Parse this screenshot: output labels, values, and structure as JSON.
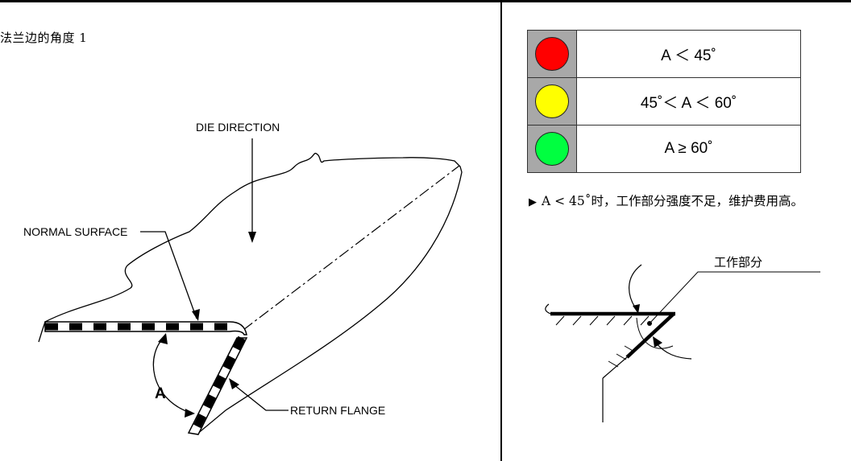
{
  "left_panel": {
    "title": "法兰边的角度 1",
    "labels": {
      "die_direction": "DIE DIRECTION",
      "normal_surface": "NORMAL SURFACE",
      "angle": "A",
      "return_flange": "RETURN FLANGE"
    }
  },
  "right_panel": {
    "legend": [
      {
        "color": "#ff0000",
        "condition": "A ＜ 45˚"
      },
      {
        "color": "#ffff00",
        "condition": "45˚＜ A ＜ 60˚"
      },
      {
        "color": "#00ff40",
        "condition": "A ≥ 60˚"
      }
    ],
    "note_marker": "▶",
    "note": "A < 45˚时，工作部分强度不足，维护费用高。",
    "sketch_label": "工作部分"
  },
  "colors": {
    "rule": "#000000",
    "table_light_bg": "#a8a8a8"
  }
}
